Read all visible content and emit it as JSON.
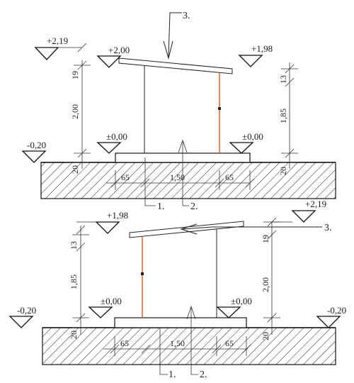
{
  "top_section": {
    "callout_3": "3.",
    "levels": {
      "far_left_top": "+2,19",
      "left_top": "+2,00",
      "right_top": "+1,98",
      "left_zero": "±0,00",
      "right_zero": "±0,00",
      "far_left_bottom": "-0,20"
    },
    "dims": {
      "left_small": "19",
      "left_height": "2,00",
      "right_small": "13",
      "right_height": "1,85",
      "base_left": "20",
      "base_right": "20",
      "span_left": "65",
      "span_mid": "1,50",
      "span_right": "65"
    },
    "callouts": {
      "one": "1.",
      "two": "2."
    }
  },
  "bottom_section": {
    "callout_3": "3.",
    "levels": {
      "left_top": "+1,98",
      "right_top": "+2,19",
      "left_zero": "±0,00",
      "right_zero": "±0,00",
      "far_left_bottom": "-0,20",
      "far_right_bottom": "-0,20"
    },
    "dims": {
      "left_small": "13",
      "left_height": "1,85",
      "right_small": "19",
      "right_height": "2,00",
      "base_left": "20",
      "base_right": "20",
      "span_left": "65",
      "span_mid": "1,50",
      "span_right": "65"
    },
    "callouts": {
      "one": "1.",
      "two": "2."
    }
  }
}
